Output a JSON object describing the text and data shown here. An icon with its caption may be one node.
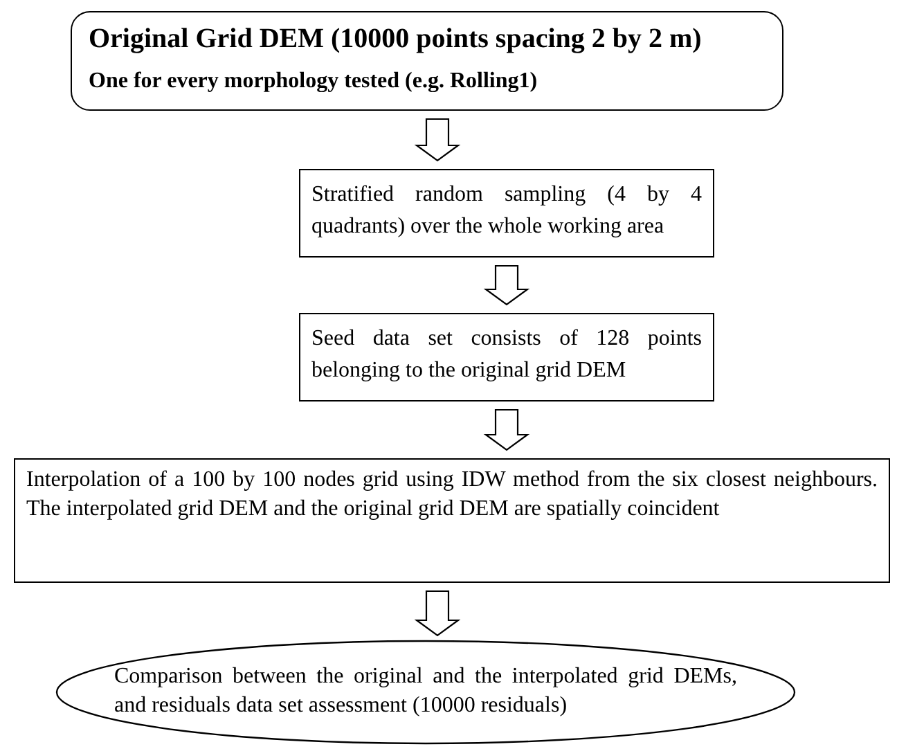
{
  "diagram": {
    "nodes": [
      {
        "text": [
          "Original Grid DEM (10000 points spacing 2 by 2 m)",
          "One for every morphology tested (e.g. Rolling1)"
        ]
      },
      {
        "text": [
          "Stratified random sampling (4 by 4 quadrants) over the whole working area"
        ]
      },
      {
        "text": [
          "Seed data set consists of 128 points belonging to the original grid DEM"
        ]
      },
      {
        "text": [
          "Interpolation of a 100 by 100 nodes grid using IDW method from the six closest neighbours. The interpolated grid DEM and the original grid DEM are spatially coincident"
        ]
      },
      {
        "text": [
          "Comparison between the original and the interpolated grid DEMs, and  residuals data set assessment (10000 residuals)"
        ]
      }
    ],
    "edges": [
      {
        "from": 0,
        "to": 1,
        "arrow": "to"
      },
      {
        "from": 1,
        "to": 2,
        "arrow": "to"
      },
      {
        "from": 2,
        "to": 3,
        "arrow": "to"
      },
      {
        "from": 3,
        "to": 4,
        "arrow": "to"
      }
    ]
  }
}
